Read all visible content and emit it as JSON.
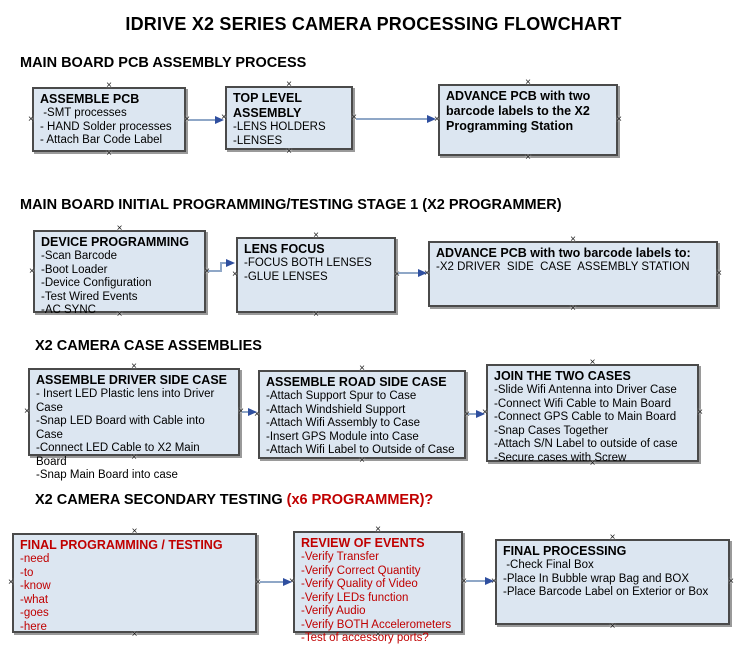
{
  "title": "IDRIVE X2  SERIES CAMERA PROCESSING FLOWCHART",
  "colors": {
    "box_fill": "#dce6f1",
    "box_border": "#4a4a4a",
    "red_text": "#c00000",
    "arrow_line": "#8fa7c7",
    "arrow_head": "#2f4f9f"
  },
  "icons": {
    "connection_handle": "×"
  },
  "sections": [
    {
      "header": {
        "black": "MAIN BOARD PCB ASSEMBLY PROCESS",
        "red": ""
      },
      "boxes": [
        {
          "title": "ASSEMBLE PCB",
          "items": [
            " -SMT processes",
            "- HAND Solder processes",
            "- Attach Bar Code Label"
          ]
        },
        {
          "title": "TOP LEVEL ASSEMBLY",
          "items": [
            "-LENS HOLDERS",
            "-LENSES"
          ]
        },
        {
          "title": "ADVANCE PCB with two barcode labels to the X2 Programming Station",
          "items": []
        }
      ]
    },
    {
      "header": {
        "black": "MAIN BOARD INITIAL PROGRAMMING/TESTING STAGE 1 (X2 PROGRAMMER)",
        "red": ""
      },
      "boxes": [
        {
          "title": "DEVICE PROGRAMMING",
          "items": [
            "-Scan Barcode",
            "-Boot Loader",
            "-Device Configuration",
            "-Test Wired Events",
            "-AC SYNC"
          ]
        },
        {
          "title": "LENS FOCUS",
          "items": [
            "-FOCUS BOTH LENSES",
            "-GLUE LENSES"
          ]
        },
        {
          "title": "ADVANCE PCB with two barcode labels to:",
          "items": [
            "-X2 DRIVER  SIDE  CASE  ASSEMBLY STATION"
          ]
        }
      ]
    },
    {
      "header": {
        "black": "X2 CAMERA CASE ASSEMBLIES",
        "red": ""
      },
      "boxes": [
        {
          "title": "ASSEMBLE DRIVER SIDE CASE",
          "items": [
            "- Insert LED Plastic lens into Driver Case",
            "-Snap LED Board with Cable into Case",
            "-Connect LED Cable to X2 Main Board",
            "-Snap Main Board into case"
          ]
        },
        {
          "title": "ASSEMBLE ROAD SIDE CASE",
          "items": [
            "-Attach Support Spur to Case",
            "-Attach Windshield Support",
            "-Attach Wifi Assembly to Case",
            "-Insert GPS Module into Case",
            "-Attach Wifi Label to Outside of Case"
          ]
        },
        {
          "title": "JOIN THE TWO CASES",
          "items": [
            "-Slide Wifi Antenna into Driver Case",
            "-Connect Wifi Cable to Main Board",
            "-Connect GPS Cable to Main Board",
            "-Snap Cases Together",
            "-Attach S/N Label to outside of case",
            "-Secure cases with Screw"
          ]
        }
      ]
    },
    {
      "header": {
        "black": "X2 CAMERA SECONDARY TESTING  ",
        "red": "(x6 PROGRAMMER)?"
      },
      "boxes": [
        {
          "title": "FINAL PROGRAMMING / TESTING",
          "items": [
            "-need",
            "-to",
            "-know",
            "-what",
            "-goes",
            "-here"
          ]
        },
        {
          "title": "REVIEW OF EVENTS",
          "items": [
            "-Verify Transfer",
            "-Verify Correct Quantity",
            "-Verify Quality of Video",
            "-Verify LEDs function",
            "-Verify Audio",
            "-Verify BOTH Accelerometers",
            "-Test of accessory ports?"
          ]
        },
        {
          "title": "FINAL PROCESSING",
          "items": [
            " -Check Final Box",
            "-Place In Bubble wrap Bag and BOX",
            "-Place Barcode Label on Exterior or Box"
          ]
        }
      ]
    }
  ]
}
